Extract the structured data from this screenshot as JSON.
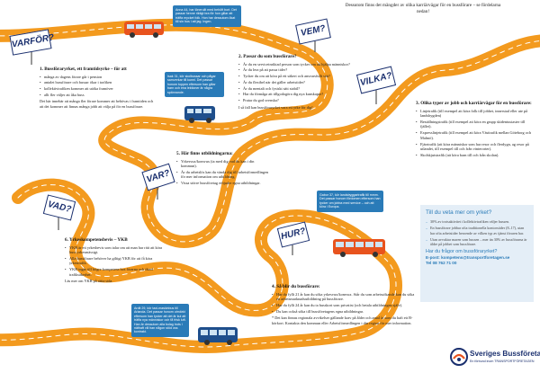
{
  "intro": "Dessutom finns det mängder av olika karriärvägar för en bussförare – se fördelarna nedan!",
  "signs": {
    "varfor": "VARFÖR?",
    "vem": "VEM?",
    "vilka": "VILKA?",
    "var": "VAR?",
    "vad": "VAD?",
    "hur": "HUR?"
  },
  "bubbles": {
    "b1": "Anna 44, har lönerullt med behöft bort. Det passar henne riktigt bra för hon gillar att träffa mycket folk. Hon har dessutom ökat till sin hos i att jag. Ingen.",
    "b2": "Isak 31, kör skolbussar och pågar samverkar till kunni. Det passar honom toppen eftersom han gillar barn och ena lektioner är några spännande.",
    "b3": "Gabor 37, kör landsbyggartrafik till mmm. Det passar honom fördomen eftersom han tycker om jobba med service – och att köra i Europa.",
    "b4": "Ardit 29, kör taxi-maskinbus till Arlanda. Det passar honom utmärkt eftersom han tycker att det är kul att träffa nya människor och få frisk luft. Han är dessutom alla bolag trots i näthaft vill han någon stöd oss kontrakt."
  },
  "s1": {
    "title": "1. Bussföraryrket, ett framtidsyrke – för att",
    "items": [
      "många av dagens förare går i pension",
      "antalet bussförare och bussar ökar i trafiken",
      "kollektivtrafiken kommer att utöka framöver",
      "allt fler väljer att åka buss"
    ],
    "text": "Det här innebär att många fler förare kommer att behövas i framtiden och att det kommer att finnas många jobb att välja på för en bussförare."
  },
  "s2": {
    "title": "2. Passar du som bussförare?",
    "items": [
      "Är du en serviceinriktad person som tycker om att hjälpa människor?",
      "Är du lera på att passa tider?",
      "Tycker du om att köra på ett säkert och ansvarsfullt sätt?",
      "Är du flexibel när det gäller arbetstider?",
      "Är du mentalt och fysiskt sätt stabil?",
      "Har du förmåga att tillgodogöra dig nya kunskaper?",
      "Pratar du god svenska?"
    ],
    "text": "I så fall kan bussföraryrket vara ett yrke för dig!"
  },
  "s3": {
    "title": "3. Olika typer av jobb och karriärvägar för en bussförare:",
    "items": [
      "Linjetrafik (till exempel att köra folk till jobbet, innerstad eller ute på landsbygden)",
      "Beställningstrafik (till exempel att köra en grupp skidentusiaster till fjället).",
      "Expresslinjetrafik (till exempel att köra Västtrafik mellan Göteborg och Malmö).",
      "Fjärrtrafik (att köra människor som har resor och flerdygn, ag resor på utlandet, till exempel till och från vinterorter).",
      "Skolskjutstrafik (att köra barn till och från skolan)."
    ]
  },
  "s4": {
    "title": "4. Så blir du bussförare:",
    "items": [
      "Har du fyllt 21 år kan du söka yrkesvux/komvux. Står du som arbetssökande kan du söka en arbetsmarknadsutbildning på bussförare.",
      "Har du fyllt 24 år kan du ta busskort som privatist (och betala utbildningen själv).",
      "Du kan också söka till bussföretagens egna utbildningar."
    ],
    "note": "* Det kan finnas regionala avvikelser gällande krav på ålder och antal år som du haft ett B-körkort. Kontakta den kommun eller Arbetsförmedlingen i din region för mer information."
  },
  "s5": {
    "title": "5. Här finns utbildningarna:",
    "items": [
      "Yrkesvux/komvux (ta med dig vad du kan i din kommun).",
      "Är du arbetslös kan du vända dig till arbetsförmedlingen för mer information om utbildning.",
      "Vissa större bussföretag erbjuder egna utbildningar."
    ]
  },
  "s6": {
    "title": "6. Yrkeskompetensbevis – YKB",
    "items": [
      "YKB är ett yrkesbevis som talar om att man har rätt att köra buss yrkesmässigt.",
      "Alla bussförare behöver ha giltigt YKB för att få köra yrkestrafik.",
      "YKB ingår till högre kompetens hos förarna och ökad trafiksäkerhet."
    ],
    "text": "Läs mer om YKB på rätta sida."
  },
  "panel": {
    "title": "Till du veta mer om yrket?",
    "items": [
      "30% av trotsaktivitet i kollektivtrafiken väljer bussen.",
      "En bussförare jobbar ofta traditionella kontorstider (8–17), utan har ofta arbetstider beroende av vilken typ av tjänst föraren har.",
      "Utan avvaktar maren som bussen – mer än 30% av bussförarna är äldre på jobbet som bussförare."
    ],
    "question": "Har du frågor om bussföraryrket?",
    "email": "E-post: kompetens@transportforetagen.se",
    "phone": "Tel 08 762 71 00"
  },
  "logo": {
    "brand": "Sveriges Bussföretag",
    "tagline": "En förbund inom TRANSPORTFÖRETAGEN"
  },
  "colors": {
    "road": "#f39a1e",
    "roadline": "#ffffff",
    "bus_orange": "#e8531e",
    "bus_blue": "#1f4f8c",
    "accent_blue": "#2a7bb8",
    "sign_border": "#1a2f6e"
  }
}
